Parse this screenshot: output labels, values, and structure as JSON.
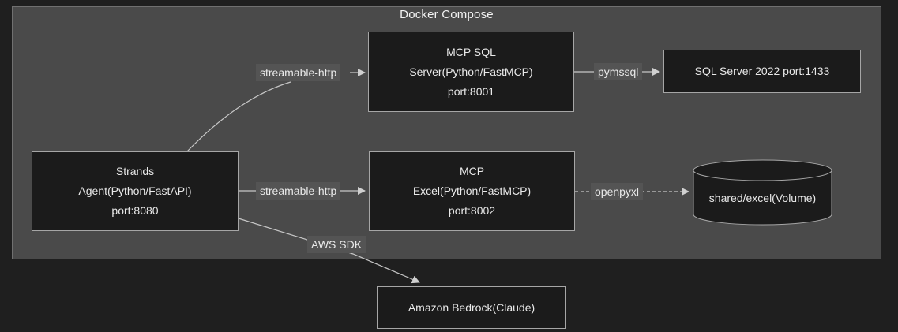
{
  "diagram": {
    "title": "Docker Compose",
    "nodes": {
      "strands_agent": {
        "lines": [
          "Strands",
          "Agent(Python/FastAPI)",
          "port:8080"
        ]
      },
      "mcp_sql_server": {
        "lines": [
          "MCP SQL",
          "Server(Python/FastMCP)",
          "port:8001"
        ]
      },
      "sql_server_2022": {
        "lines": [
          "SQL Server 2022 port:1433"
        ]
      },
      "mcp_excel": {
        "lines": [
          "MCP",
          "Excel(Python/FastMCP)",
          "port:8002"
        ]
      },
      "excel_volume": {
        "lines": [
          "shared/excel(Volume)"
        ]
      },
      "amazon_bedrock": {
        "lines": [
          "Amazon Bedrock(Claude)"
        ]
      }
    },
    "edges": {
      "agent_to_sql_label": "streamable-http",
      "agent_to_excel_label": "streamable-http",
      "sql_to_db_label": "pymssql",
      "excel_to_volume_label": "openpyxl",
      "agent_to_bedrock_label": "AWS SDK"
    },
    "colors": {
      "background": "#1f1f1f",
      "container_fill": "#4a4a4a",
      "container_border": "#707070",
      "node_fill": "#1b1b1b",
      "node_border": "#a6a6a6",
      "text": "#e9e9e9",
      "title": "#f2f2f2",
      "edge": "#c6c6c6",
      "arrow": "#d0d0d0",
      "label_bg": "#545454"
    }
  }
}
